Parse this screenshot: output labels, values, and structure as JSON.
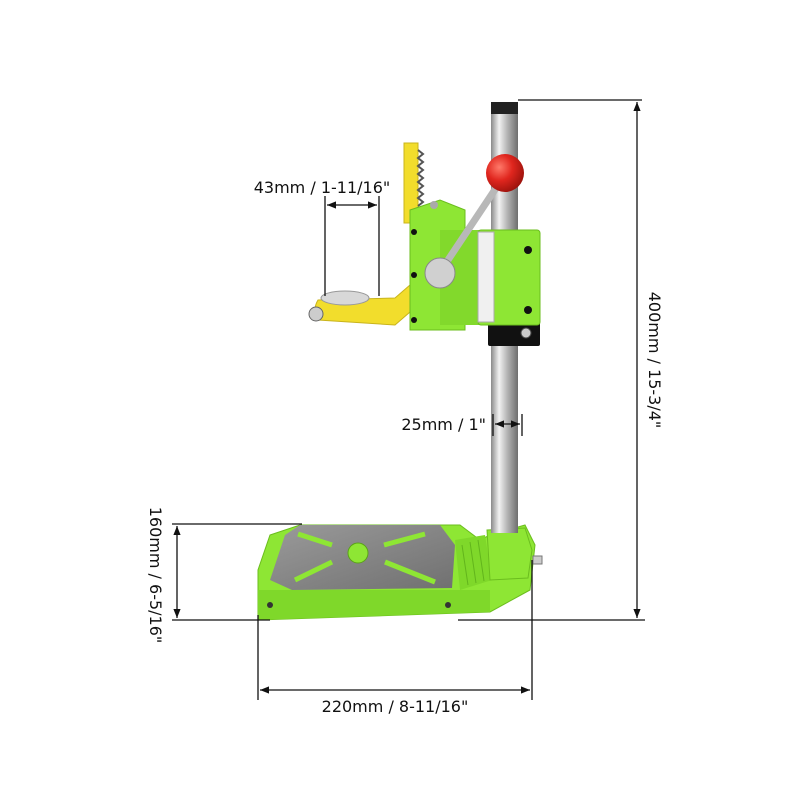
{
  "dimensions": {
    "clamp_diameter": "43mm / 1-11/16\"",
    "column_diameter": "25mm / 1\"",
    "total_height": "400mm / 15-3/4\"",
    "base_depth": "160mm / 6-5/16\"",
    "base_width": "220mm / 8-11/16\""
  },
  "colors": {
    "body_green": "#8ee634",
    "clamp_yellow": "#f2dd2c",
    "handle_red": "#e0261e",
    "column_silver": "#c8c8c8",
    "plate_gray": "#8a8a8a",
    "dimension_line": "#111111"
  }
}
